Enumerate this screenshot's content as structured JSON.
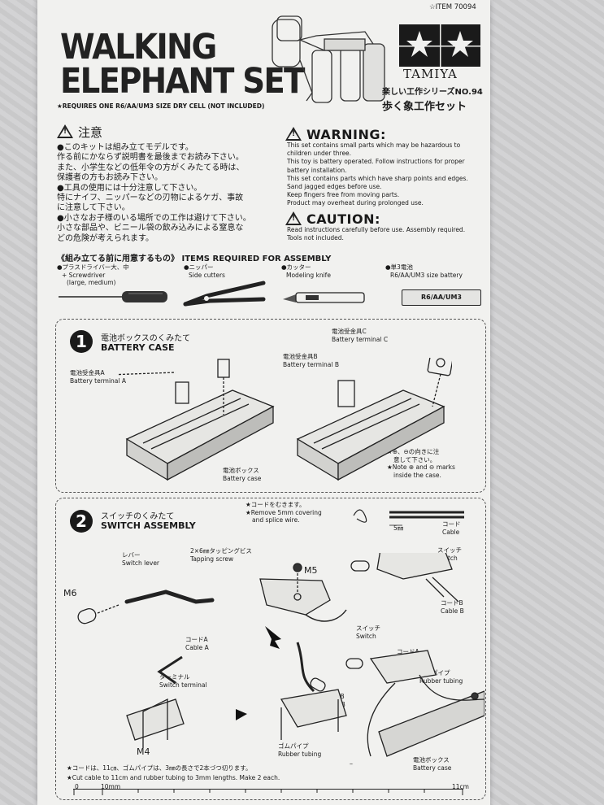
{
  "header": {
    "item_no": "☆ITEM 70094",
    "title_line1": "WALKING",
    "title_line2": "ELEPHANT SET",
    "requires": "★REQUIRES ONE R6/AA/UM3 SIZE DRY CELL (NOT INCLUDED)",
    "brand": "TAMIYA",
    "series_jp": "楽しい工作シリーズNO.94",
    "name_jp": "歩く象工作セット"
  },
  "notice_jp": {
    "heading": "注意",
    "lines": [
      "●このキットは組み立てモデルです。",
      "作る前にかならず説明書を最後までお読み下さい。",
      "また、小学生などの低年令の方がくみたてる時は、",
      "保護者の方もお読み下さい。",
      "●工具の使用には十分注意して下さい。",
      "特にナイフ、ニッパーなどの刃物によるケガ、事故",
      "に注意して下さい。",
      "●小さなお子様のいる場所での工作は避けて下さい。",
      "小さな部品や、ビニール袋の飲み込みによる窒息な",
      "どの危険が考えられます。"
    ]
  },
  "warning": {
    "heading": "WARNING:",
    "lines": [
      "This set contains small parts which may be hazardous to",
      "children under three.",
      "This toy is battery operated. Follow instructions for proper",
      "battery installation.",
      "This set contains parts which have sharp points and edges.",
      "Sand jagged edges before use.",
      "Keep fingers free from moving parts.",
      "Product may overheat during prolonged use."
    ]
  },
  "caution": {
    "heading": "CAUTION:",
    "lines": [
      "Read instructions carefully before use. Assembly required.",
      "Tools not included."
    ]
  },
  "items_required": {
    "heading_jp": "《組み立てる前に用意するもの》",
    "heading_en": "ITEMS REQUIRED FOR ASSEMBLY",
    "tools": [
      {
        "jp": "●プラスドライバー大、中",
        "en1": "+ Screwdriver",
        "en2": "(large, medium)"
      },
      {
        "jp": "●ニッパー",
        "en1": "Side cutters",
        "en2": ""
      },
      {
        "jp": "●カッター",
        "en1": "Modeling knife",
        "en2": ""
      },
      {
        "jp": "●単3電池",
        "en1": "R6/AA/UM3 size battery",
        "en2": ""
      }
    ],
    "battery_label": "R6/AA/UM3"
  },
  "step1": {
    "number": "1",
    "title_jp": "電池ボックスのくみたて",
    "title_en": "BATTERY CASE",
    "term_a_jp": "電池受金具A",
    "term_a_en": "Battery terminal A",
    "term_b_jp": "電池受金具B",
    "term_b_en": "Battery terminal B",
    "term_c_jp": "電池受金具C",
    "term_c_en": "Battery terminal C",
    "case_jp": "電池ボックス",
    "case_en": "Battery case",
    "note_jp1": "★⊕、⊖の向きに注",
    "note_jp2": "意して下さい。",
    "note_en1": "★Note ⊕ and ⊖ marks",
    "note_en2": "inside the case."
  },
  "step2": {
    "number": "2",
    "title_jp": "スイッチのくみたて",
    "title_en": "SWITCH ASSEMBLY",
    "cord_jp": "★コードをむきます。",
    "cord_en1": "★Remove 5mm covering",
    "cord_en2": "and splice wire.",
    "mm": "5㎜",
    "cable_jp": "コード",
    "cable_en": "Cable",
    "screw_jp": "2×6㎜タッピングビス",
    "screw_en": "Tapping screw",
    "lever_jp": "レバー",
    "lever_en": "Switch lever",
    "switch_jp": "スイッチ",
    "switch_en": "Switch",
    "cable_b_jp": "コードB",
    "cable_b_en": "Cable B",
    "cable_a_jp": "コードA",
    "cable_a_en": "Cable A",
    "m5": "M5",
    "m6": "M6",
    "m4": "M4",
    "terminal_jp": "ターミナル",
    "terminal_en": "Switch terminal",
    "tubing_jp": "ゴムパイプ",
    "tubing_en": "Rubber tubing",
    "case_jp": "電池ボックス",
    "case_en": "Battery case",
    "cut_jp": "★コードは、11㎝、ゴムパイプは、3㎜の長さで2本づつ切ります。",
    "cut_en": "★Cut cable to 11cm and rubber tubing to 3mm lengths. Make 2 each.",
    "ruler_start": "0",
    "ruler_mid": "10mm",
    "ruler_end": "11cm"
  }
}
